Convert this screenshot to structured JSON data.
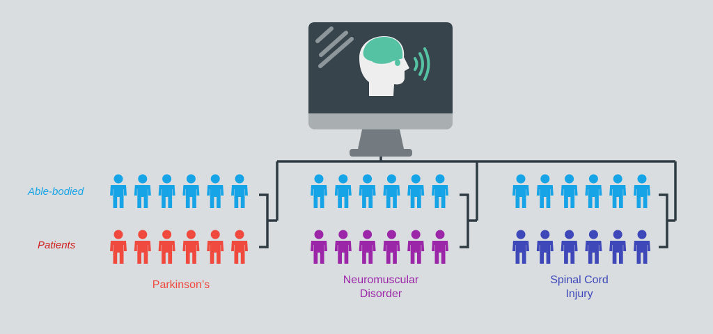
{
  "rows": {
    "able_bodied": "Able-bodied",
    "patients": "Patients"
  },
  "groups": [
    {
      "line1": "Parkinson’s",
      "line2": "",
      "patient_color": "#f0493e"
    },
    {
      "line1": "Neuromuscular",
      "line2": "Disorder",
      "patient_color": "#9b27a8"
    },
    {
      "line1": "Spinal Cord",
      "line2": "Injury",
      "patient_color": "#3f48b8"
    }
  ],
  "colors": {
    "background": "#d9dde0",
    "able_bodied": "#16a4e6",
    "patients_label": "#d01c1c",
    "bracket": "#2f3b42",
    "monitor_screen": "#37444c",
    "monitor_bezel": "#a9aeb1",
    "head": "#eeeeee",
    "brain": "#56c2a4"
  },
  "icons": {
    "monitor": "computer-monitor-icon",
    "head": "head-brain-icon",
    "signal": "wireless-signal-icon",
    "person": "person-icon"
  },
  "people_per_row": 6
}
